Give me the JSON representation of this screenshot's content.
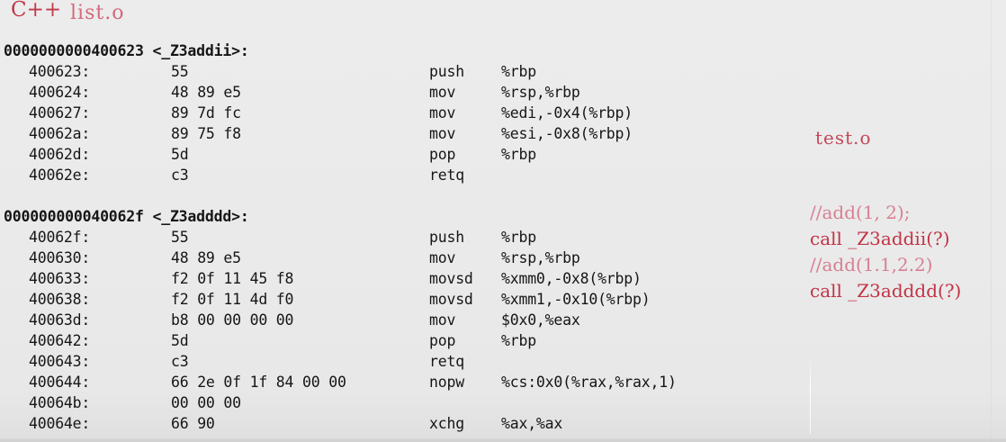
{
  "slide": {
    "background_color": "#eaeaea",
    "annotation_color_strong": "#c23346",
    "annotation_color_light": "#d87f93",
    "listing_text_color": "#161616"
  },
  "labels": {
    "language_tag": "C++",
    "object_file_left": "list.o",
    "object_file_right": "test.o"
  },
  "notes": {
    "lines": [
      {
        "text": "//add(1, 2);",
        "style": "comment"
      },
      {
        "text": "call _Z3addii(?)",
        "style": "call"
      },
      {
        "text": "//add(1.1,2.2)",
        "style": "comment"
      },
      {
        "text": "call _Z3adddd(?)",
        "style": "call"
      }
    ]
  },
  "listing": {
    "lines": [
      {
        "kind": "symbol",
        "symbol": "0000000000400623 <_Z3addii>:"
      },
      {
        "kind": "insn",
        "address": "400623:",
        "bytes": "55",
        "mnemonic": "push",
        "operands": "%rbp"
      },
      {
        "kind": "insn",
        "address": "400624:",
        "bytes": "48 89 e5",
        "mnemonic": "mov",
        "operands": "%rsp,%rbp"
      },
      {
        "kind": "insn",
        "address": "400627:",
        "bytes": "89 7d fc",
        "mnemonic": "mov",
        "operands": "%edi,-0x4(%rbp)"
      },
      {
        "kind": "insn",
        "address": "40062a:",
        "bytes": "89 75 f8",
        "mnemonic": "mov",
        "operands": "%esi,-0x8(%rbp)"
      },
      {
        "kind": "insn",
        "address": "40062d:",
        "bytes": "5d",
        "mnemonic": "pop",
        "operands": "%rbp"
      },
      {
        "kind": "insn",
        "address": "40062e:",
        "bytes": "c3",
        "mnemonic": "retq",
        "operands": ""
      },
      {
        "kind": "blank"
      },
      {
        "kind": "symbol",
        "symbol": "000000000040062f <_Z3adddd>:"
      },
      {
        "kind": "insn",
        "address": "40062f:",
        "bytes": "55",
        "mnemonic": "push",
        "operands": "%rbp"
      },
      {
        "kind": "insn",
        "address": "400630:",
        "bytes": "48 89 e5",
        "mnemonic": "mov",
        "operands": "%rsp,%rbp"
      },
      {
        "kind": "insn",
        "address": "400633:",
        "bytes": "f2 0f 11 45 f8",
        "mnemonic": "movsd",
        "operands": "%xmm0,-0x8(%rbp)"
      },
      {
        "kind": "insn",
        "address": "400638:",
        "bytes": "f2 0f 11 4d f0",
        "mnemonic": "movsd",
        "operands": "%xmm1,-0x10(%rbp)"
      },
      {
        "kind": "insn",
        "address": "40063d:",
        "bytes": "b8 00 00 00 00",
        "mnemonic": "mov",
        "operands": "$0x0,%eax"
      },
      {
        "kind": "insn",
        "address": "400642:",
        "bytes": "5d",
        "mnemonic": "pop",
        "operands": "%rbp"
      },
      {
        "kind": "insn",
        "address": "400643:",
        "bytes": "c3",
        "mnemonic": "retq",
        "operands": ""
      },
      {
        "kind": "insn",
        "address": "400644:",
        "bytes": "66 2e 0f 1f 84 00 00",
        "mnemonic": "nopw",
        "operands": "%cs:0x0(%rax,%rax,1)"
      },
      {
        "kind": "insn",
        "address": "40064b:",
        "bytes": "00 00 00",
        "mnemonic": "",
        "operands": ""
      },
      {
        "kind": "insn",
        "address": "40064e:",
        "bytes": "66 90",
        "mnemonic": "xchg",
        "operands": "%ax,%ax"
      }
    ]
  }
}
